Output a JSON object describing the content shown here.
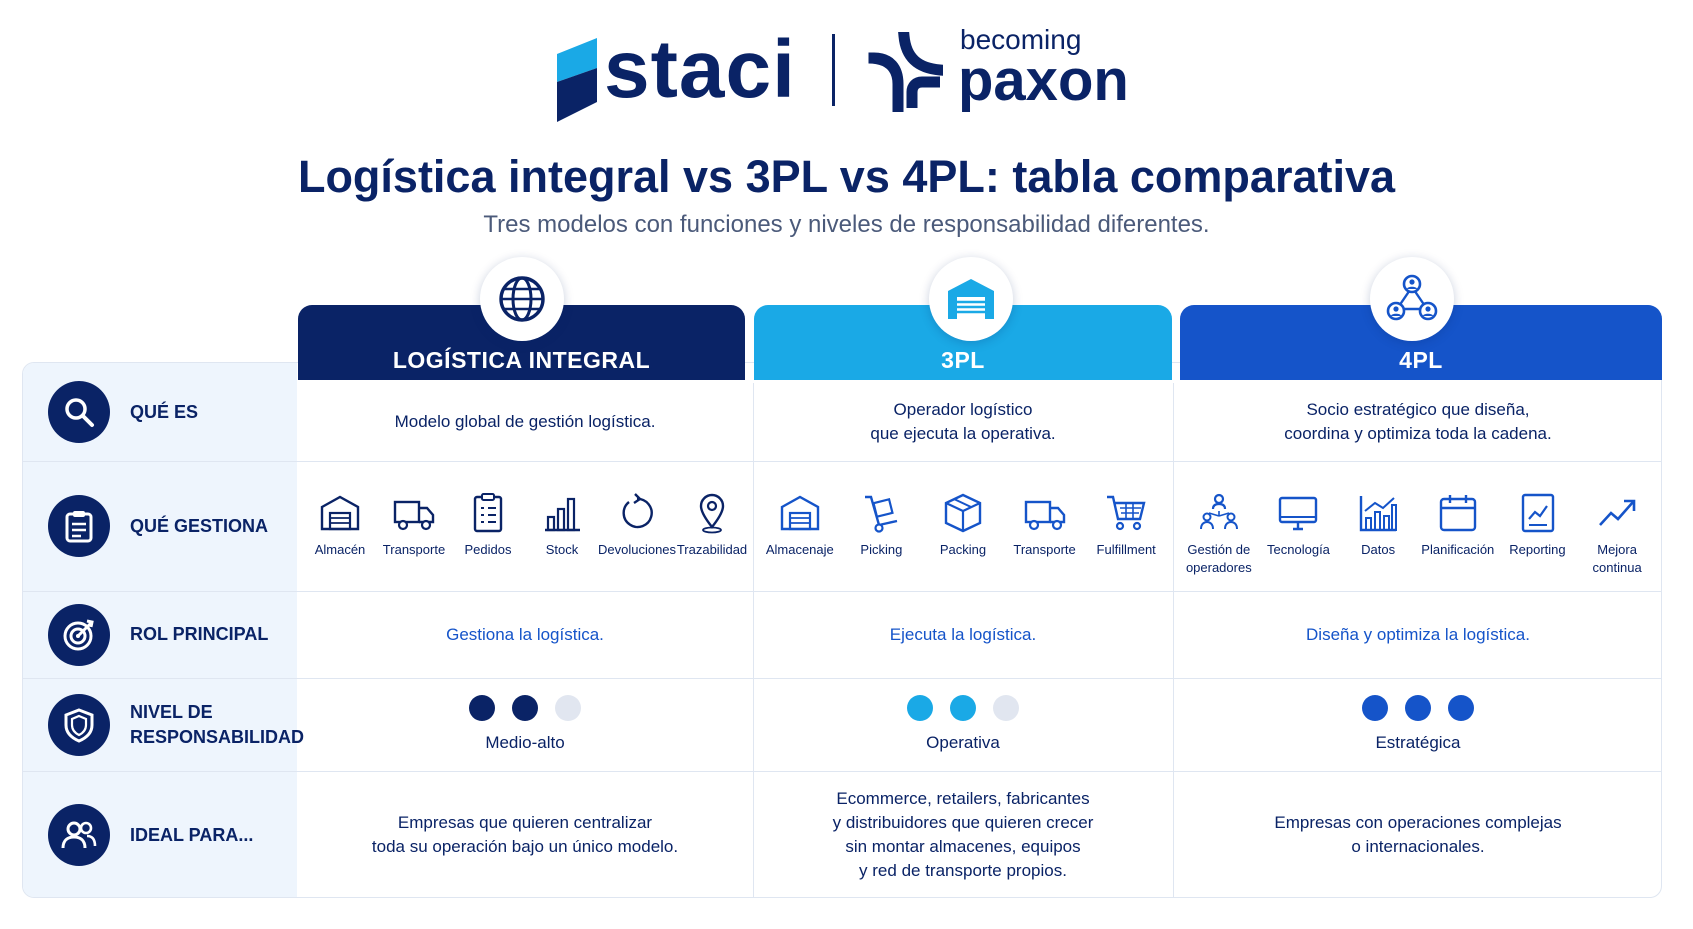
{
  "brand": {
    "left_name": "staci",
    "right_prefix": "becoming",
    "right_name": "paxon",
    "colors": {
      "navy": "#0a2366",
      "cyan": "#1aa9e6",
      "blue": "#1554c9",
      "light_bg": "#eef5fd",
      "inactive_dot": "#e1e6f0"
    }
  },
  "header": {
    "title": "Logística integral vs 3PL vs 4PL: tabla comparativa",
    "subtitle": "Tres modelos con funciones y niveles de responsabilidad diferentes."
  },
  "columns": [
    {
      "key": "integral",
      "label": "LOGÍSTICA INTEGRAL",
      "icon": "globe-icon",
      "que_es": [
        "Modelo global de gestión logística."
      ],
      "gestiona": [
        {
          "icon": "warehouse-icon",
          "label": "Almacén"
        },
        {
          "icon": "truck-icon",
          "label": "Transporte"
        },
        {
          "icon": "clipboard-list-icon",
          "label": "Pedidos"
        },
        {
          "icon": "bar-chart-icon",
          "label": "Stock"
        },
        {
          "icon": "return-arrow-icon",
          "label": "Devoluciones"
        },
        {
          "icon": "location-pin-icon",
          "label": "Trazabilidad"
        }
      ],
      "rol": "Gestiona la logística.",
      "nivel": {
        "level": 2,
        "max": 3,
        "label": "Medio-alto"
      },
      "ideal": [
        "Empresas que quieren centralizar",
        "toda su operación bajo un único modelo."
      ]
    },
    {
      "key": "3pl",
      "label": "3PL",
      "icon": "warehouse-icon",
      "que_es": [
        "Operador logístico",
        "que ejecuta la operativa."
      ],
      "gestiona": [
        {
          "icon": "warehouse-icon",
          "label": "Almacenaje"
        },
        {
          "icon": "hand-truck-icon",
          "label": "Picking"
        },
        {
          "icon": "box-icon",
          "label": "Packing"
        },
        {
          "icon": "truck-icon",
          "label": "Transporte"
        },
        {
          "icon": "shopping-cart-icon",
          "label": "Fulfillment"
        }
      ],
      "rol": "Ejecuta la logística.",
      "nivel": {
        "level": 2,
        "max": 3,
        "label": "Operativa"
      },
      "ideal": [
        "Ecommerce, retailers, fabricantes",
        "y distribuidores que quieren crecer",
        "sin montar almacenes, equipos",
        "y red de transporte propios."
      ]
    },
    {
      "key": "4pl",
      "label": "4PL",
      "icon": "network-people-icon",
      "que_es": [
        "Socio estratégico que diseña,",
        "coordina y optimiza toda la cadena."
      ],
      "gestiona": [
        {
          "icon": "people-network-icon",
          "label": "Gestión de operadores"
        },
        {
          "icon": "monitor-icon",
          "label": "Tecnología"
        },
        {
          "icon": "data-chart-icon",
          "label": "Datos"
        },
        {
          "icon": "calendar-icon",
          "label": "Planificación"
        },
        {
          "icon": "report-icon",
          "label": "Reporting"
        },
        {
          "icon": "trend-up-icon",
          "label": "Mejora continua"
        }
      ],
      "rol": "Diseña y optimiza la logística.",
      "nivel": {
        "level": 3,
        "max": 3,
        "label": "Estratégica"
      },
      "ideal": [
        "Empresas con operaciones complejas",
        "o internacionales."
      ]
    }
  ],
  "rows": [
    {
      "key": "que_es",
      "label": [
        "QUÉ ES"
      ],
      "icon": "search-icon"
    },
    {
      "key": "gestiona",
      "label": [
        "QUÉ GESTIONA"
      ],
      "icon": "clipboard-icon"
    },
    {
      "key": "rol",
      "label": [
        "ROL PRINCIPAL"
      ],
      "icon": "target-icon"
    },
    {
      "key": "nivel",
      "label": [
        "NIVEL DE",
        "RESPONSABILIDAD"
      ],
      "icon": "shield-icon"
    },
    {
      "key": "ideal",
      "label": [
        "IDEAL PARA..."
      ],
      "icon": "users-icon"
    }
  ]
}
